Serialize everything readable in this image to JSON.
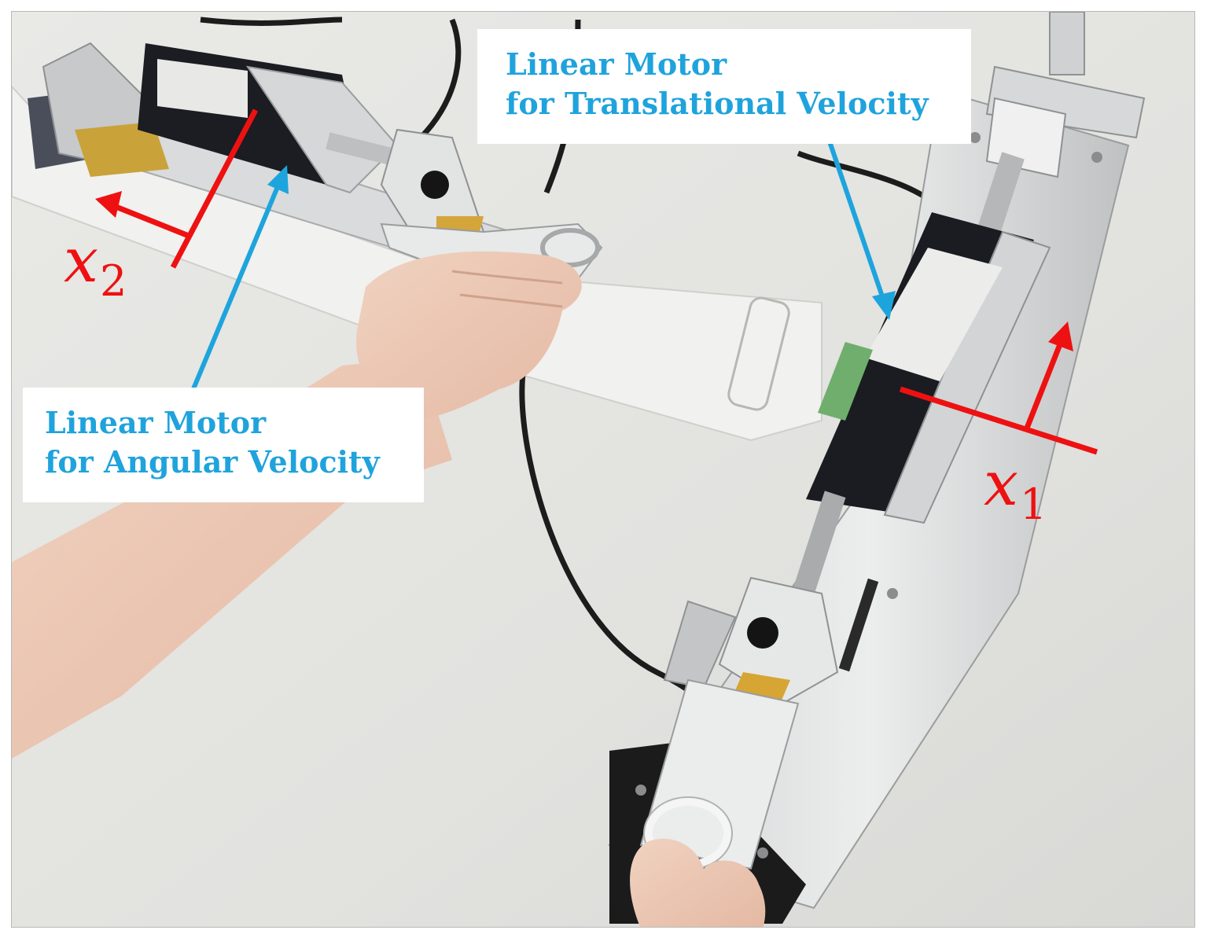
{
  "labels": {
    "translational": {
      "line1": "Linear Motor",
      "line2": "for Translational Velocity"
    },
    "angular": {
      "line1": "Linear Motor",
      "line2": "for Angular Velocity"
    }
  },
  "axes": {
    "x1": {
      "symbol": "x",
      "subscript": "1"
    },
    "x2": {
      "symbol": "x",
      "subscript": "2"
    }
  },
  "colors": {
    "label_text": "#1fa3dc",
    "label_arrow": "#1ea4dd",
    "axis": "#ee1111"
  }
}
